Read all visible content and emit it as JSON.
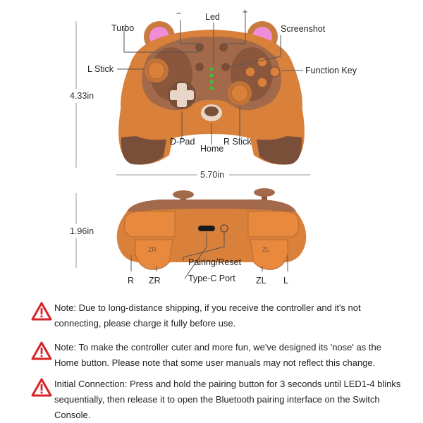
{
  "top_view": {
    "labels": {
      "minus": "−",
      "led": "Led",
      "plus": "+",
      "turbo": "Turbo",
      "screenshot": "Screenshot",
      "l_stick": "L Stick",
      "function_key": "Function Key",
      "d_pad": "D-Pad",
      "home": "Home",
      "r_stick": "R Stick"
    },
    "height": "4.33in",
    "width": "5.70in"
  },
  "bottom_view": {
    "labels": {
      "pairing_reset": "Pairing/Reset",
      "type_c_port": "Type-C Port",
      "r": "R",
      "zr": "ZR",
      "zl": "ZL",
      "l": "L",
      "zr_mark": "ZR",
      "zl_mark": "ZL"
    },
    "height": "1.96in"
  },
  "notes": [
    {
      "icon": "warning-icon",
      "text": "Note: Due to long-distance shipping, if you receive the controller and it's not connecting, please charge it fully before use."
    },
    {
      "icon": "warning-icon",
      "text": "Note: To make the controller cuter and more fun, we've designed its 'nose' as the Home button. Please note that some user manuals may not reflect this change."
    },
    {
      "icon": "warning-icon",
      "text": "Initial Connection: Press and hold the pairing button for 3 seconds until LED1-4 blinks sequentially, then release it to open the Bluetooth pairing interface on the Switch Console."
    }
  ],
  "colors": {
    "body_orange": "#d9803a",
    "face_brown": "#a26a4a",
    "dark_brown": "#7a4f3a",
    "ear_pink": "#f08cd8",
    "led_green": "#33cc33",
    "warning_red": "#d6242a"
  }
}
